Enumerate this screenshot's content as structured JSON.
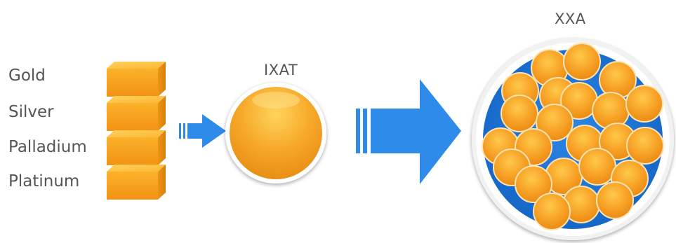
{
  "metals": [
    "Gold",
    "Silver",
    "Palladium",
    "Platinum"
  ],
  "token_label": "IXAT",
  "basket_label": "XXA",
  "colors": {
    "bar_face": "#F7A21B",
    "bar_top": "#FFC84A",
    "bar_side": "#E08A12",
    "coin": "#F39A1E",
    "arrow": "#2F8BEA",
    "pool": "#1F73D6",
    "text": "#555555"
  }
}
